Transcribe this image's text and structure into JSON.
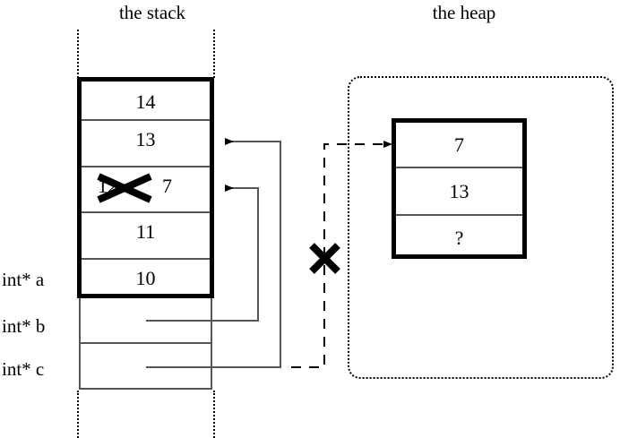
{
  "diagram": {
    "title_stack": "the stack",
    "title_heap": "the heap",
    "ink_color": "#000000",
    "rule_color": "#555555",
    "background": "#ffffff"
  },
  "stack": {
    "frame_cells": [
      {
        "value": "14",
        "struck": false
      },
      {
        "value": "13",
        "struck": false
      },
      {
        "value": "12",
        "struck": true,
        "replacement": "7"
      },
      {
        "value": "11",
        "struck": false
      },
      {
        "value": "10",
        "struck": false
      }
    ],
    "pointer_cells": [
      {
        "value": ""
      },
      {
        "value": ""
      }
    ],
    "variables": [
      {
        "label": "int* a"
      },
      {
        "label": "int* b"
      },
      {
        "label": "int* c"
      }
    ]
  },
  "heap": {
    "block_cells": [
      {
        "value": "7"
      },
      {
        "value": "13"
      },
      {
        "value": "?"
      }
    ]
  },
  "annotations": {
    "strike_mark": "x-strike-through",
    "broken_pointer_mark": "x-broken-link",
    "pointer_b_target": "stack cell 3 (value 7)",
    "pointer_c_target": "stack cell 2 (value 13)",
    "dashed_pointer_target": "heap block cell 1 (value 7)"
  }
}
